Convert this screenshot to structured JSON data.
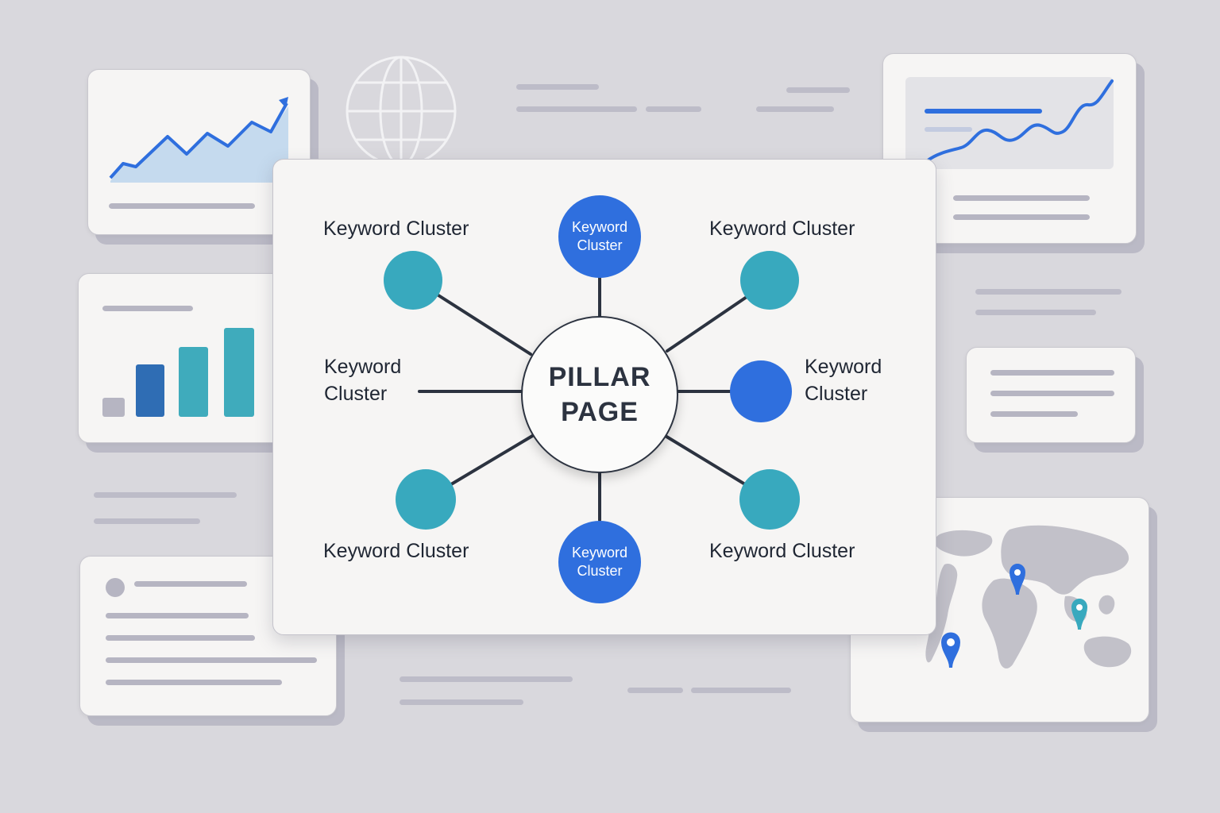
{
  "diagram": {
    "center_label": "PILLAR PAGE",
    "nodes": [
      {
        "id": "top",
        "label": "Keyword Cluster",
        "inside": true,
        "color": "#2f6fde"
      },
      {
        "id": "bottom",
        "label": "Keyword Cluster",
        "inside": true,
        "color": "#2f6fde"
      },
      {
        "id": "top-left",
        "label": "Keyword Cluster",
        "inside": false,
        "color": "#38a9be"
      },
      {
        "id": "top-right",
        "label": "Keyword Cluster",
        "inside": false,
        "color": "#38a9be"
      },
      {
        "id": "mid-left",
        "label": "Keyword Cluster",
        "inside": false,
        "color": null
      },
      {
        "id": "mid-right",
        "label": "Keyword Cluster",
        "inside": false,
        "color": "#2f6fde"
      },
      {
        "id": "bottom-left",
        "label": "Keyword Cluster",
        "inside": false,
        "color": "#38a9be"
      },
      {
        "id": "bottom-right",
        "label": "Keyword Cluster",
        "inside": false,
        "color": "#38a9be"
      }
    ]
  },
  "decor": {
    "globe_icon": "globe-icon",
    "map_pin_icon": "map-pin-icon",
    "trend_chart": "line-chart",
    "bar_chart": "bar-chart",
    "world_map": "world-map"
  },
  "colors": {
    "blue": "#2f6fde",
    "teal": "#38a9be",
    "dark": "#2c3340",
    "background": "#d9d8dd"
  }
}
